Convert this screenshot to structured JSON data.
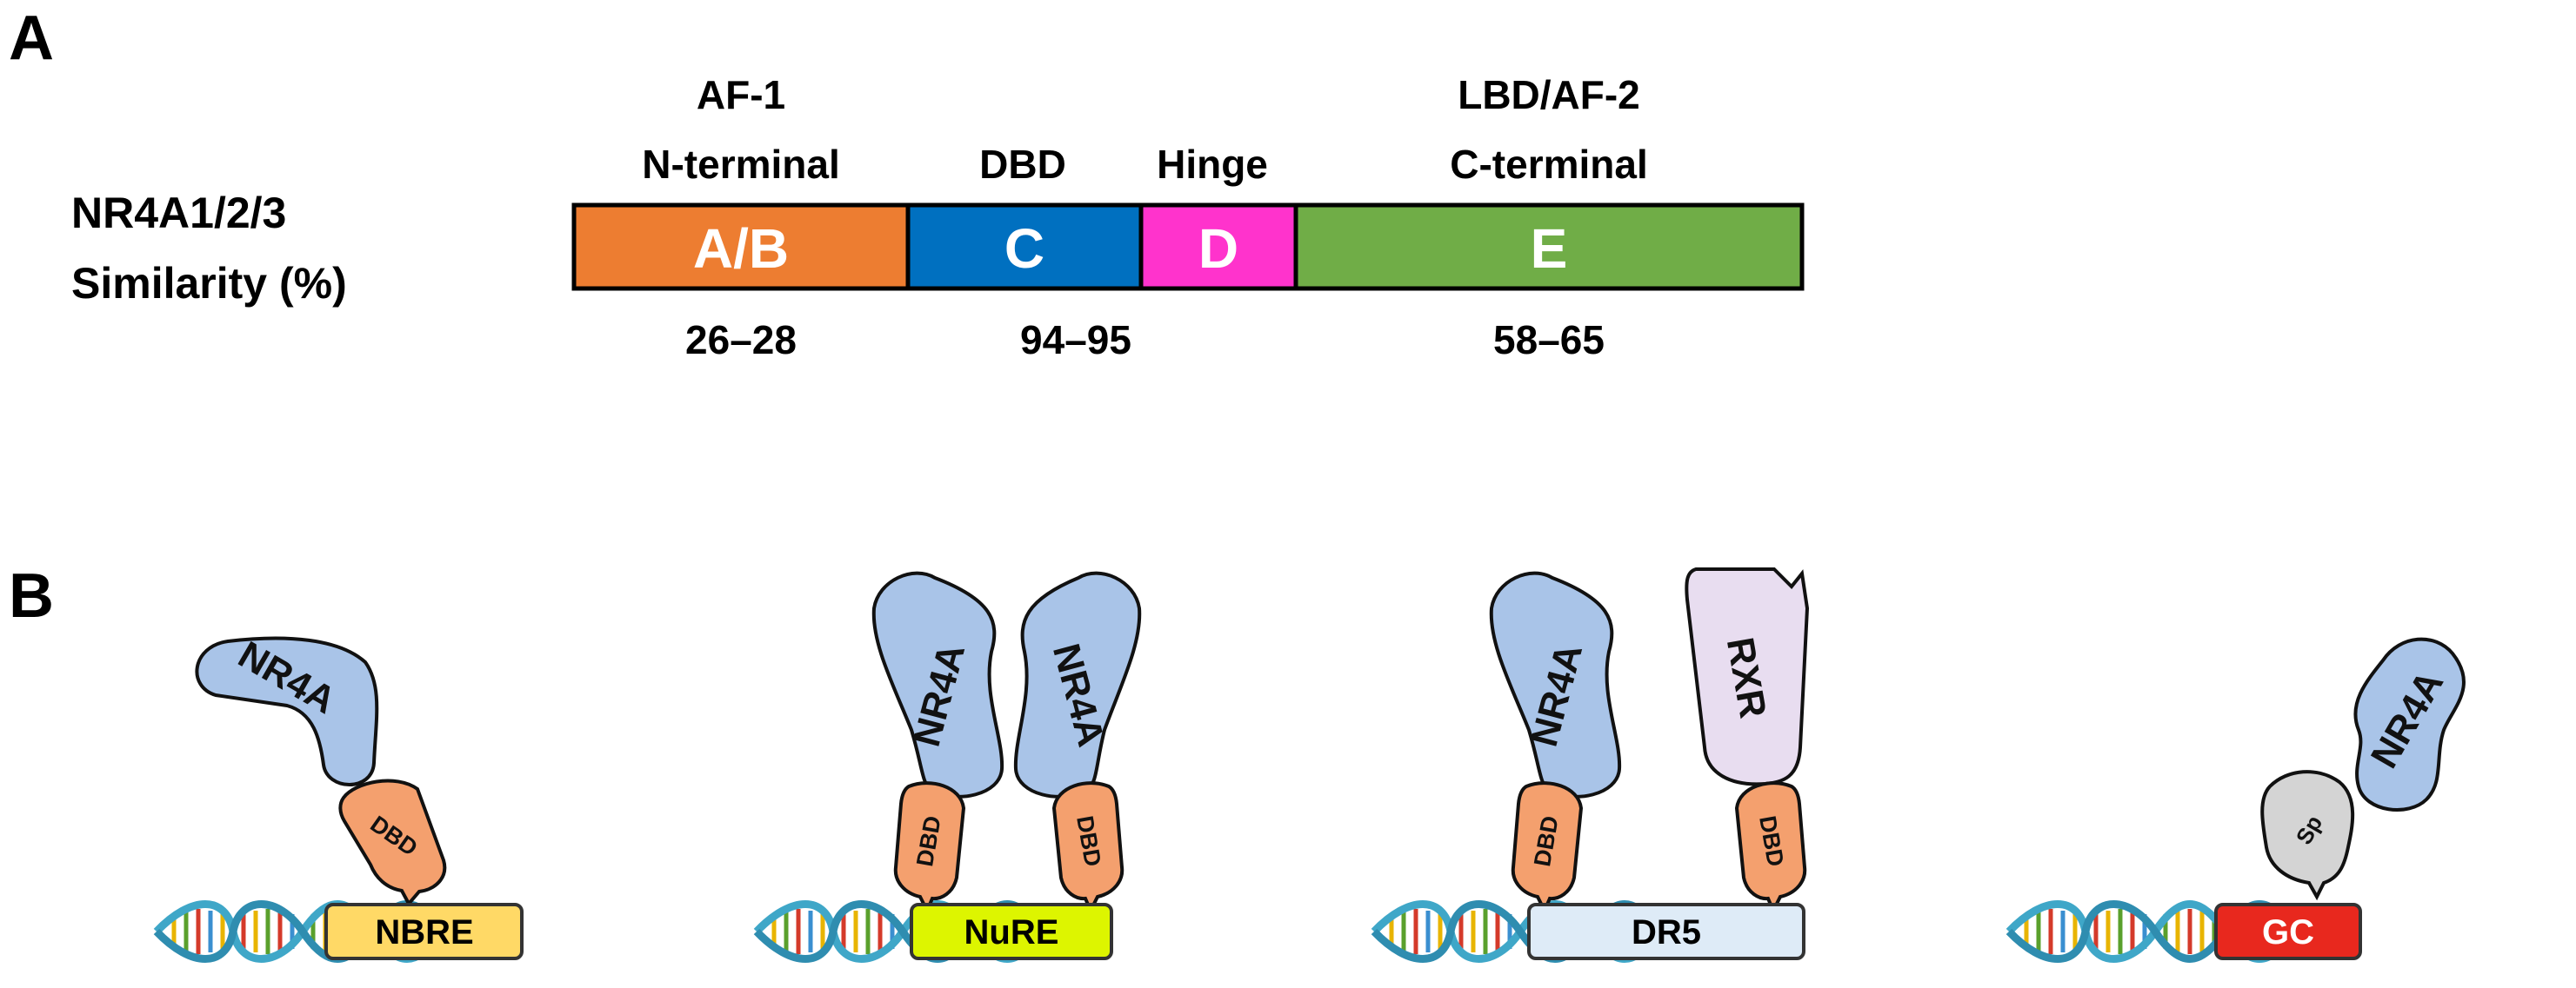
{
  "panel_a": {
    "label": "A",
    "row_label_line1": "NR4A1/2/3",
    "row_label_line2": "Similarity (%)",
    "domains": [
      {
        "letter": "A/B",
        "header1": "AF-1",
        "header2": "N-terminal",
        "color": "#ED7D31"
      },
      {
        "letter": "C",
        "header1": "",
        "header2": "DBD",
        "color": "#0070C0"
      },
      {
        "letter": "D",
        "header1": "",
        "header2": "Hinge",
        "color": "#FF33CC"
      },
      {
        "letter": "E",
        "header1": "LBD/AF-2",
        "header2": "C-terminal",
        "color": "#70AD47"
      }
    ],
    "similarity": [
      "26–28",
      "94–95",
      "58–65"
    ]
  },
  "panel_b": {
    "label": "B",
    "complexes": [
      {
        "element": "NBRE",
        "element_color": "#FFD966",
        "proteins": [
          "NR4A"
        ],
        "dbd": "DBD"
      },
      {
        "element": "NuRE",
        "element_color": "#DDF500",
        "proteins": [
          "NR4A",
          "NR4A"
        ],
        "dbd": "DBD"
      },
      {
        "element": "DR5",
        "element_color": "#DEEBF7",
        "proteins": [
          "NR4A",
          "RXR"
        ],
        "dbd": "DBD"
      },
      {
        "element": "GC",
        "element_color": "#E8281E",
        "proteins": [
          "NR4A"
        ],
        "cofactor": "Sp"
      }
    ]
  },
  "colors": {
    "nr4a_fill": "#A9C4E8",
    "rxr_fill": "#E8DDF0",
    "dbd_fill": "#F4A06E",
    "sp_fill": "#D4D4D4"
  }
}
